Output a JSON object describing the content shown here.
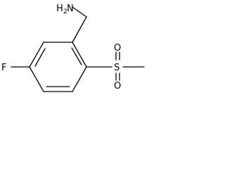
{
  "diagram": {
    "type": "chemical-structure",
    "atoms": {
      "amine": {
        "symbol": "N",
        "hydrogens": "2",
        "hydrogen_symbol": "H"
      },
      "fluorine": {
        "symbol": "F"
      },
      "sulfur": {
        "symbol": "S"
      },
      "oxygen_top": {
        "symbol": "O"
      },
      "oxygen_bottom": {
        "symbol": "O"
      }
    },
    "colors": {
      "bond": "#000000",
      "text": "#000000",
      "background": "#ffffff"
    }
  }
}
